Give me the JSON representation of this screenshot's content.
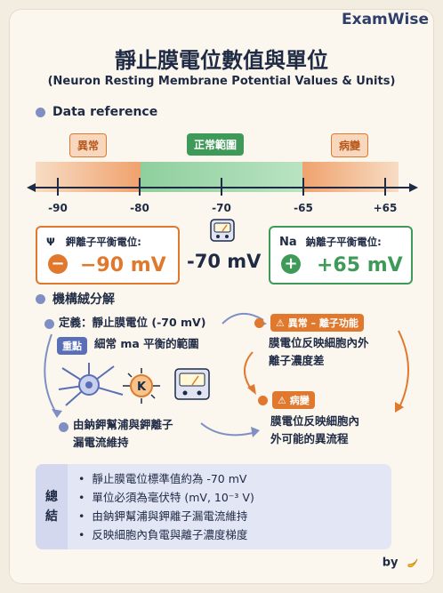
{
  "brand": "ExamWise",
  "title": "靜止膜電位數值與單位",
  "subtitle": "(Neuron Resting Membrane Potential Values & Units)",
  "data_reference": {
    "heading": "Data reference",
    "ranges": {
      "abnormal_low": "異常",
      "normal": "正常範圍",
      "abnormal_high": "病變"
    },
    "ticks": [
      "-90",
      "-80",
      "-70",
      "-65",
      "+65"
    ],
    "potassium": {
      "symbol": "Ψ",
      "label": "鉀離子平衡電位:",
      "sign": "−",
      "value": "−90 mV"
    },
    "center_value": "-70 mV",
    "sodium": {
      "symbol": "Na",
      "label": "鈉離子平衡電位:",
      "sign": "+",
      "value": "+65 mV"
    }
  },
  "mechanism": {
    "heading": "機構絨分解",
    "definition": "定義：靜止膜電位 (-70 mV)",
    "key_tag": "重點",
    "key_text": "細常 ma 平衡的範圍",
    "k_label": "K",
    "pump_text_1": "由鈉鉀幫浦與鉀離子",
    "pump_text_2": "漏電流維持",
    "abnormal_tag": "⚠ 異常 – 離子功能",
    "abnormal_text_1": "膜電位反映細胞內外",
    "abnormal_text_2": "離子濃度差",
    "lesion_tag": "⚠ 病變",
    "lesion_text_1": "膜電位反映細胞內",
    "lesion_text_2": "外可能的異流程"
  },
  "summary": {
    "side_1": "總",
    "side_2": "結",
    "items": [
      "靜止膜電位標準值約為 -70 mV",
      "單位必須為毫伏特 (mV, 10⁻³ V)",
      "由鈉鉀幫浦與鉀離子漏電流維持",
      "反映細胞內負電與離子濃度梯度"
    ]
  },
  "footer": "by",
  "colors": {
    "orange": "#e0792e",
    "green": "#3f9a59",
    "navy": "#1f2a44",
    "periwinkle": "#7f8fc4"
  }
}
